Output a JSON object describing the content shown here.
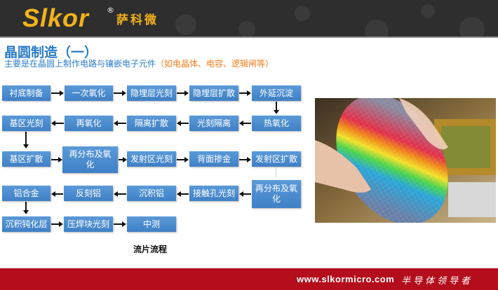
{
  "header": {
    "logo_text": "Slkor",
    "registered_mark": "®",
    "logo_cn": "萨科微"
  },
  "title": "晶圆制造（一）",
  "subtitle": {
    "main": "主要是在晶圆上制作电路与镶嵌电子元件",
    "highlight": "（如电晶体、电容、逻辑闸等）"
  },
  "flow": {
    "caption": "流片流程",
    "steps": [
      "衬底制备",
      "一次氧化",
      "隐埋层光刻",
      "隐埋层扩散",
      "外延沉淀",
      "热氧化",
      "光刻隔离",
      "隔离扩散",
      "再氧化",
      "基区光刻",
      "基区扩散",
      "再分布及氧化",
      "发射区光刻",
      "背面掺金",
      "发射区扩散",
      "再分布及氧化",
      "接触孔光刻",
      "沉积铝",
      "反刻铝",
      "铝合金",
      "沉积钝化层",
      "压焊块光刻",
      "中测"
    ]
  },
  "image": {
    "alt": "hands holding silicon wafer"
  },
  "footer": {
    "url": "www.slkormicro.com",
    "slogan": "半导体领导者"
  },
  "colors": {
    "header_bg": "#2e2e2e",
    "logo": "#f2b21b",
    "title": "#2b7cc8",
    "highlight": "#f07d1c",
    "box": "#4f8fd1",
    "footer_bg": "#b40d1b"
  }
}
